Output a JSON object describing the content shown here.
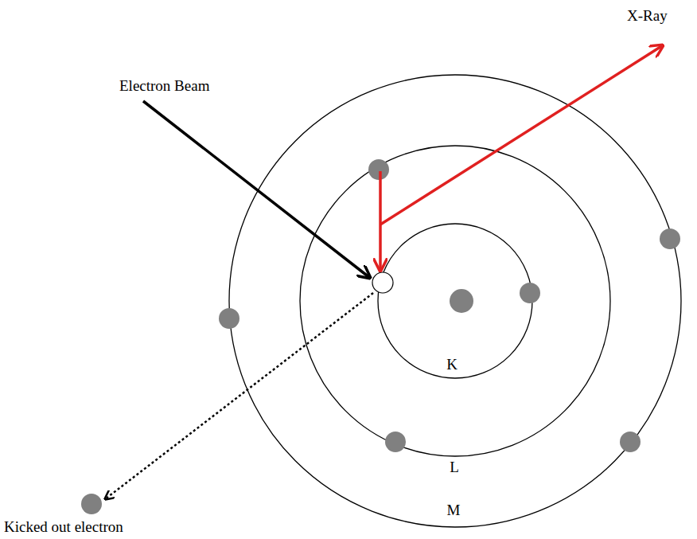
{
  "diagram": {
    "labels": [
      "Electron Beam",
      "X-Ray",
      "K",
      "L",
      "M",
      "Kicked out electron"
    ]
  }
}
